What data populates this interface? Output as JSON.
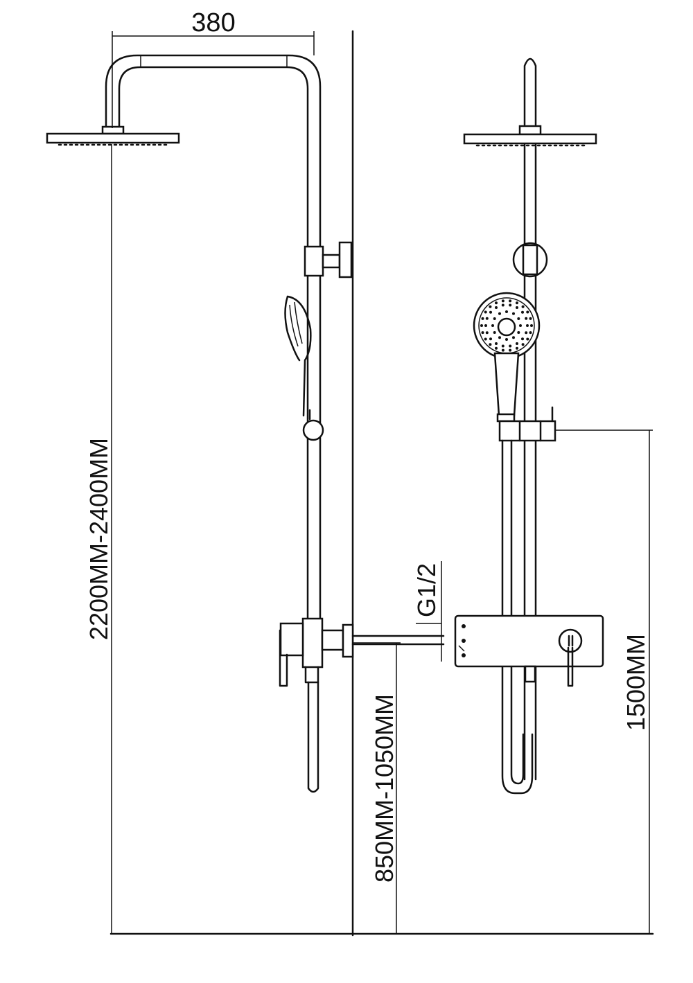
{
  "dimensions": {
    "top_width": "380",
    "total_height": "2200MM-2400MM",
    "inlet_height": "850MM-1050MM",
    "thread": "G1/2",
    "slider_height": "1500MM"
  },
  "colors": {
    "line": "#111111",
    "background": "#ffffff"
  }
}
